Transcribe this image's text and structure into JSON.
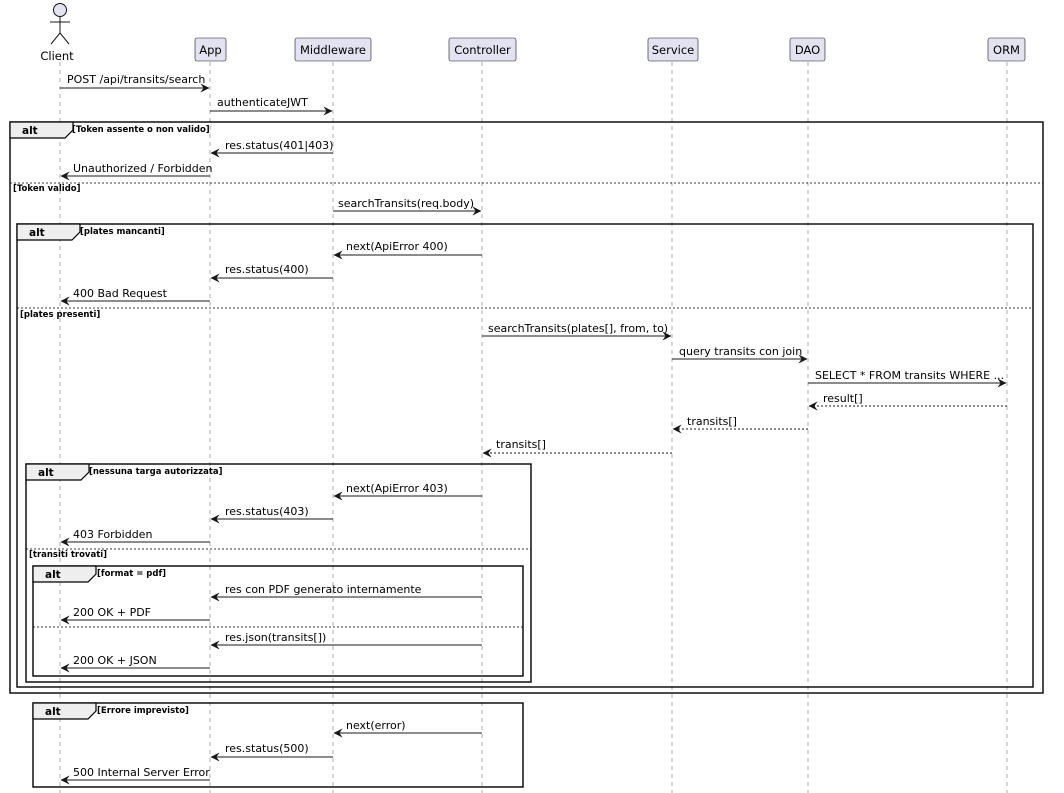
{
  "participants": [
    {
      "id": "client",
      "label": "Client",
      "actor": true
    },
    {
      "id": "app",
      "label": "App"
    },
    {
      "id": "middleware",
      "label": "Middleware"
    },
    {
      "id": "controller",
      "label": "Controller"
    },
    {
      "id": "service",
      "label": "Service"
    },
    {
      "id": "dao",
      "label": "DAO"
    },
    {
      "id": "orm",
      "label": "ORM"
    }
  ],
  "messages": [
    {
      "from": "client",
      "to": "app",
      "text": "POST /api/transits/search",
      "style": "solid"
    },
    {
      "from": "app",
      "to": "middleware",
      "text": "authenticateJWT",
      "style": "solid"
    },
    {
      "from": "middleware",
      "to": "app",
      "text": "res.status(401|403)",
      "style": "solid"
    },
    {
      "from": "app",
      "to": "client",
      "text": "Unauthorized / Forbidden",
      "style": "solid"
    },
    {
      "from": "middleware",
      "to": "controller",
      "text": "searchTransits(req.body)",
      "style": "solid"
    },
    {
      "from": "controller",
      "to": "middleware",
      "text": "next(ApiError 400)",
      "style": "solid"
    },
    {
      "from": "middleware",
      "to": "app",
      "text": "res.status(400)",
      "style": "solid"
    },
    {
      "from": "app",
      "to": "client",
      "text": "400 Bad Request",
      "style": "solid"
    },
    {
      "from": "controller",
      "to": "service",
      "text": "searchTransits(plates[], from, to)",
      "style": "solid"
    },
    {
      "from": "service",
      "to": "dao",
      "text": "query transits con join",
      "style": "solid"
    },
    {
      "from": "dao",
      "to": "orm",
      "text": "SELECT * FROM transits WHERE ...",
      "style": "solid"
    },
    {
      "from": "orm",
      "to": "dao",
      "text": "result[]",
      "style": "dashed"
    },
    {
      "from": "dao",
      "to": "service",
      "text": "transits[]",
      "style": "dashed"
    },
    {
      "from": "service",
      "to": "controller",
      "text": "transits[]",
      "style": "dashed"
    },
    {
      "from": "controller",
      "to": "middleware",
      "text": "next(ApiError 403)",
      "style": "solid"
    },
    {
      "from": "middleware",
      "to": "app",
      "text": "res.status(403)",
      "style": "solid"
    },
    {
      "from": "app",
      "to": "client",
      "text": "403 Forbidden",
      "style": "solid"
    },
    {
      "from": "controller",
      "to": "app",
      "text": "res con PDF generato internamente",
      "style": "solid"
    },
    {
      "from": "app",
      "to": "client",
      "text": "200 OK + PDF",
      "style": "solid"
    },
    {
      "from": "controller",
      "to": "app",
      "text": "res.json(transits[])",
      "style": "solid"
    },
    {
      "from": "app",
      "to": "client",
      "text": "200 OK + JSON",
      "style": "solid"
    },
    {
      "from": "controller",
      "to": "middleware",
      "text": "next(error)",
      "style": "solid"
    },
    {
      "from": "middleware",
      "to": "app",
      "text": "res.status(500)",
      "style": "solid"
    },
    {
      "from": "app",
      "to": "client",
      "text": "500 Internal Server Error",
      "style": "solid"
    }
  ],
  "fragments": [
    {
      "keyword": "alt",
      "guard": "[Token assente o non valido]",
      "else_guards": [
        "[Token valido]"
      ]
    },
    {
      "keyword": "alt",
      "guard": "[plates mancanti]",
      "else_guards": [
        "[plates presenti]"
      ]
    },
    {
      "keyword": "alt",
      "guard": "[nessuna targa autorizzata]",
      "else_guards": [
        "[transiti trovati]"
      ]
    },
    {
      "keyword": "alt",
      "guard": "[format = pdf]",
      "else_guards": [
        ""
      ]
    },
    {
      "keyword": "alt",
      "guard": "[Errore imprevisto]",
      "else_guards": []
    }
  ]
}
